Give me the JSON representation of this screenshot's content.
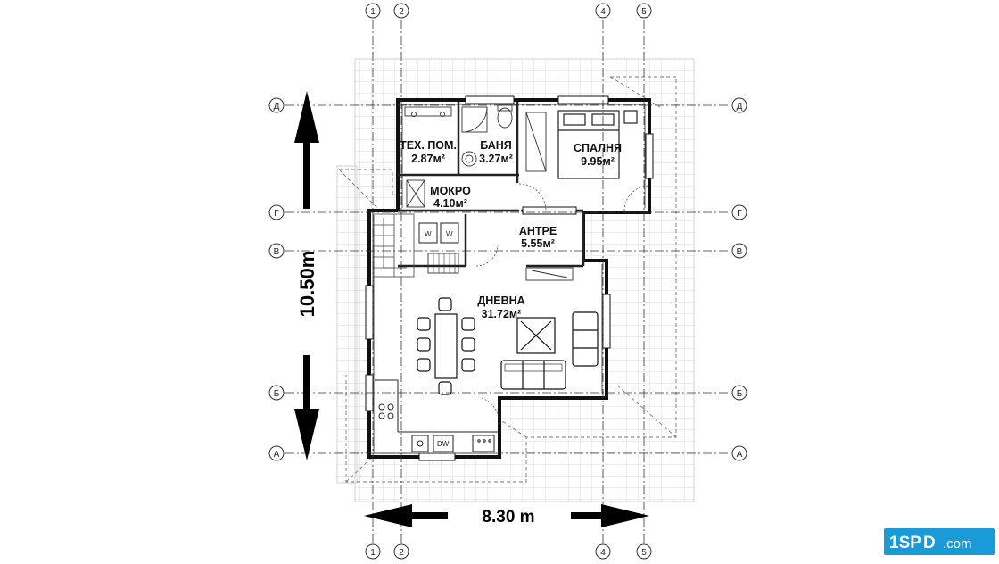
{
  "grid": {
    "vertical_labels": [
      "1",
      "2",
      "4",
      "5"
    ],
    "horizontal_labels": [
      "Д",
      "Г",
      "В",
      "Б",
      "А"
    ]
  },
  "dimensions": {
    "height": "10.50m",
    "width": "8.30 m"
  },
  "rooms": [
    {
      "name": "ТЕХ. ПОМ.",
      "area": "2.87м²"
    },
    {
      "name": "БАНЯ",
      "area": "3.27м²"
    },
    {
      "name": "СПАЛНЯ",
      "area": "9.95м²"
    },
    {
      "name": "МОКРО",
      "area": "4.10м²"
    },
    {
      "name": "АНТРЕ",
      "area": "5.55м²"
    },
    {
      "name": "ДНЕВНА",
      "area": "31.72м²"
    }
  ],
  "fixtures": {
    "washer_label": "W",
    "dishwasher_label": "DW"
  },
  "logo": {
    "text_a": "1SP",
    "text_b": "D",
    "text_c": ".com",
    "color_blue": "#1a9ad6",
    "color_text": "#ffffff"
  }
}
